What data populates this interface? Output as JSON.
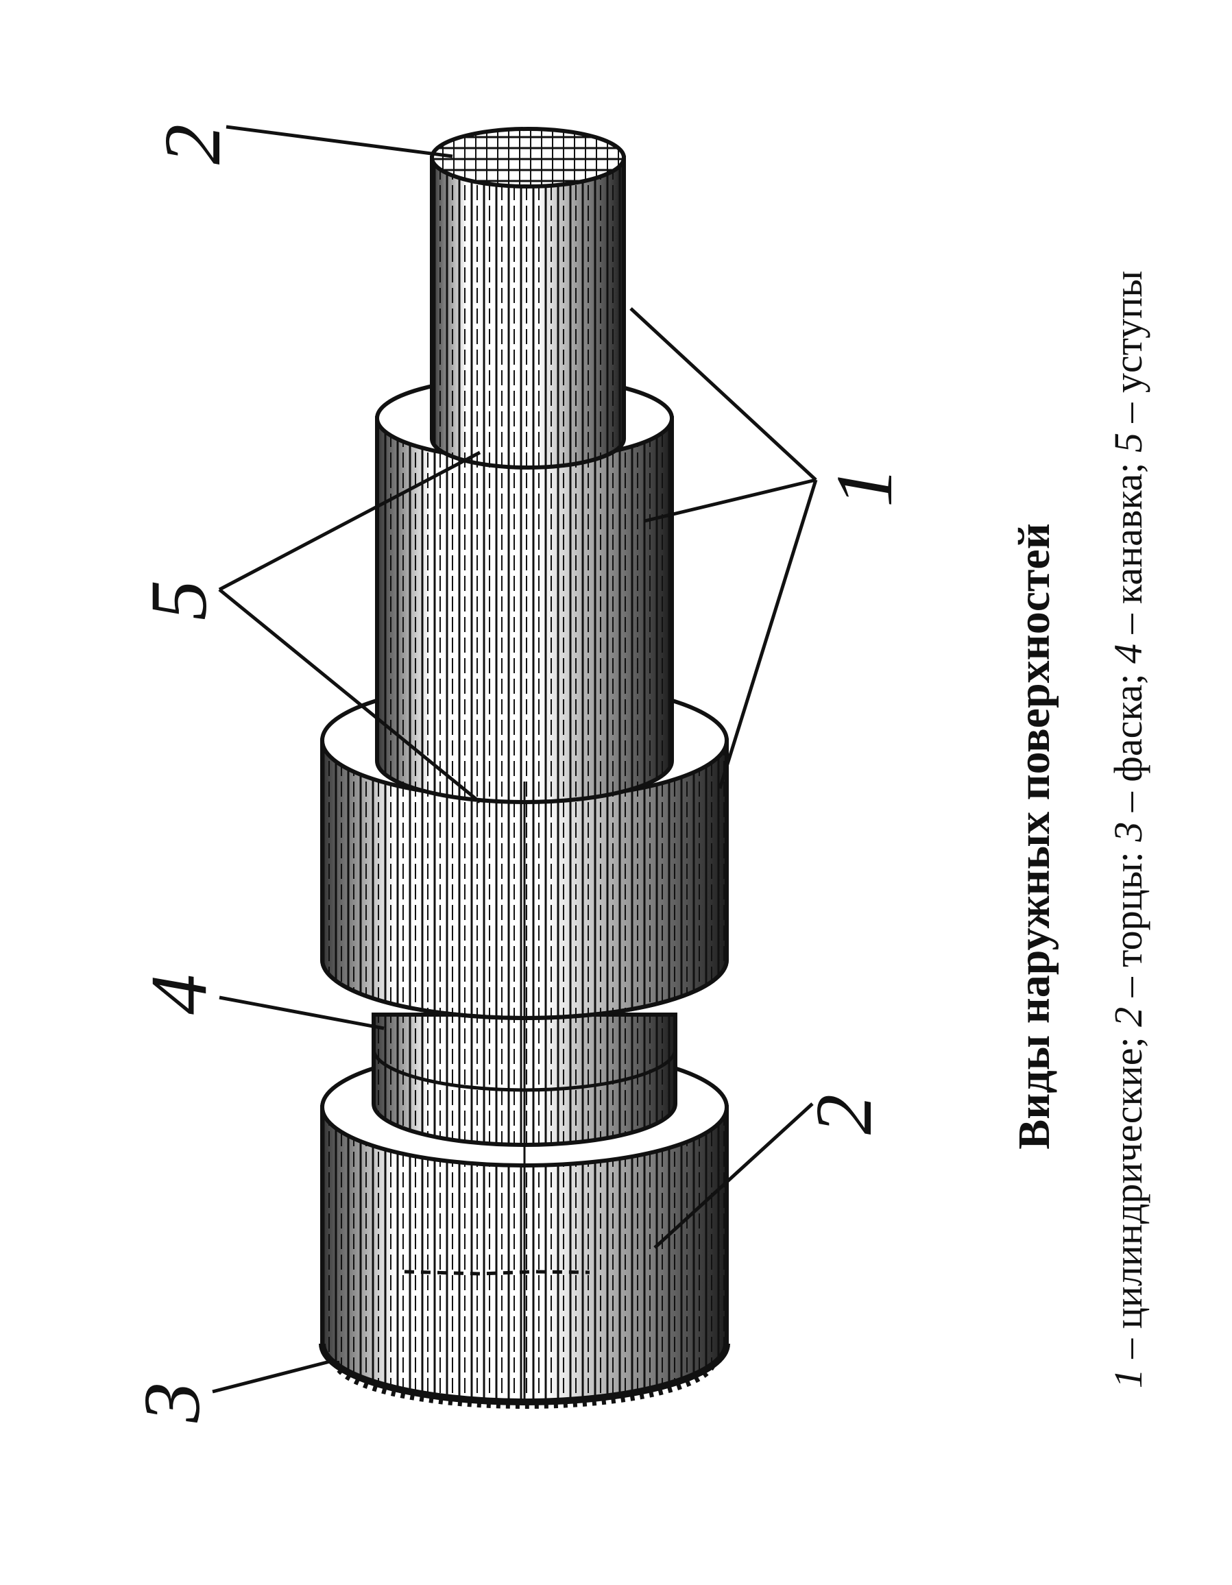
{
  "figure": {
    "callouts": {
      "one": "1",
      "two_top": "2",
      "two_bottom": "2",
      "three": "3",
      "four": "4",
      "five": "5"
    }
  },
  "caption": {
    "title": "Виды наружных поверхностей",
    "legend": [
      {
        "num": "1",
        "text": " – цилиндрические; "
      },
      {
        "num": "2",
        "text": " – торцы: "
      },
      {
        "num": "3",
        "text": " – фаска; "
      },
      {
        "num": "4",
        "text": " – канавка; "
      },
      {
        "num": "5",
        "text": " – уступы"
      }
    ]
  },
  "colors": {
    "ink": "#111111",
    "paper": "#ffffff"
  }
}
